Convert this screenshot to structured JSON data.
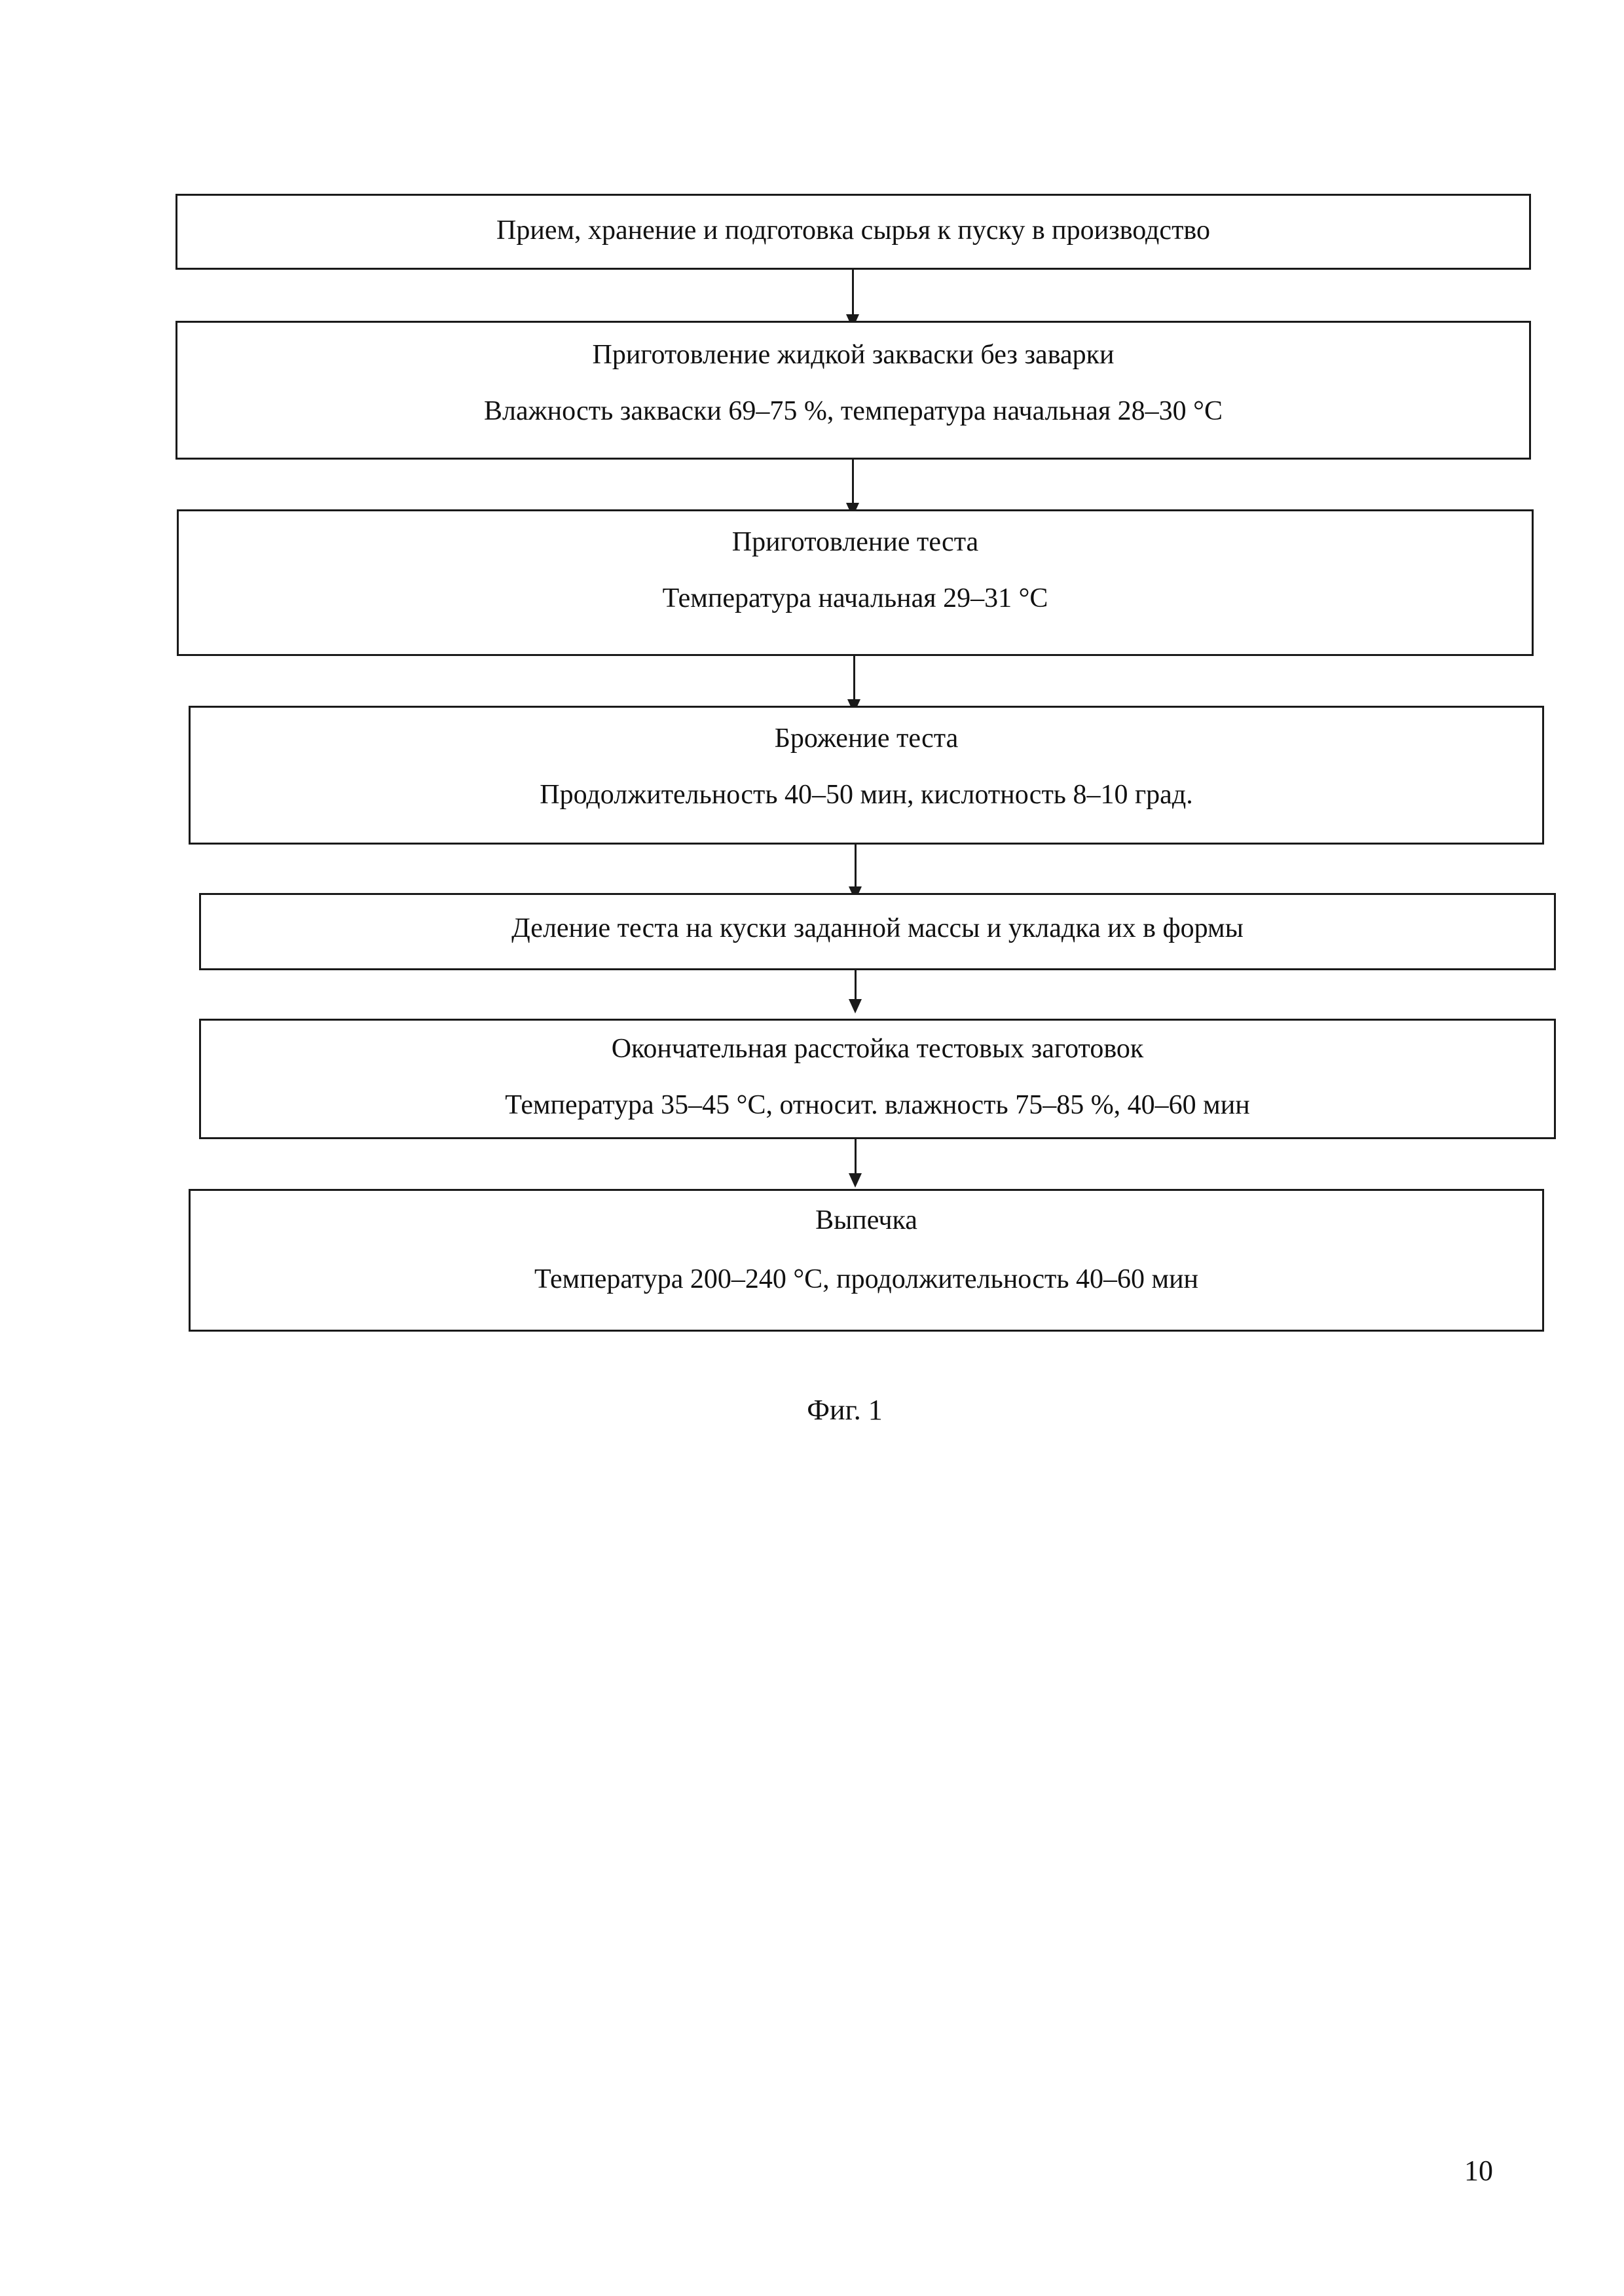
{
  "flowchart": {
    "steps": [
      {
        "lines": [
          "Прием, хранение и подготовка сырья к пуску в производство"
        ]
      },
      {
        "lines": [
          "Приготовление  жидкой закваски без заварки",
          "Влажность закваски 69–75 %, температура начальная 28–30 °С"
        ]
      },
      {
        "lines": [
          "Приготовление теста",
          "Температура начальная 29–31 °С"
        ]
      },
      {
        "lines": [
          "Брожение теста",
          "Продолжительность 40–50 мин, кислотность 8–10 град."
        ]
      },
      {
        "lines": [
          "Деление теста на куски заданной массы и укладка их в формы"
        ]
      },
      {
        "lines": [
          "Окончательная расстойка тестовых заготовок",
          "Температура 35–45 °С, относит. влажность 75–85 %, 40–60 мин"
        ]
      },
      {
        "lines": [
          "Выпечка",
          "Температура 200–240 °С, продолжительность 40–60 мин"
        ]
      }
    ]
  },
  "caption": "Фиг. 1",
  "page_number": "10"
}
